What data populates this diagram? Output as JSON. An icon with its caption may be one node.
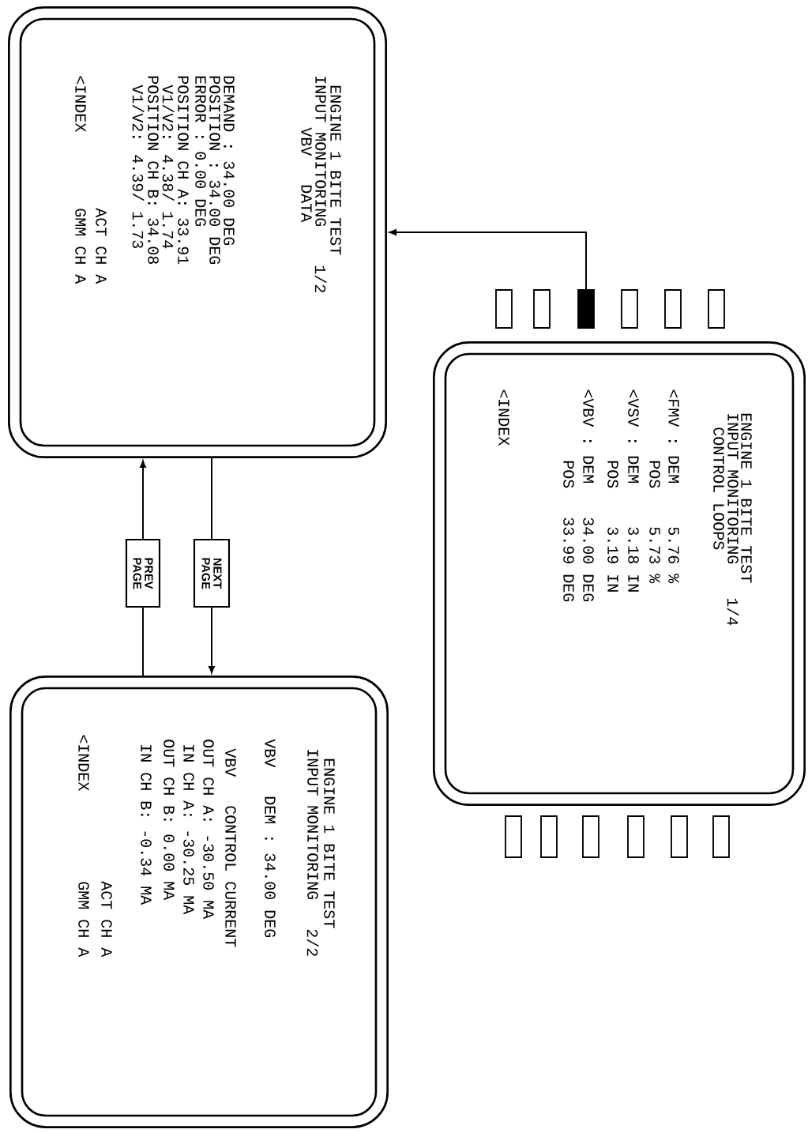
{
  "diagram": {
    "nodes": [
      {
        "text": [
          "ENGINE 1 BITE TEST",
          "INPUT MONITORING",
          "1/2",
          "VBV",
          "DATA",
          "DEMAND : 34.00 DEG",
          "POSITION : 34.00 DEG",
          "ERROR : 0.00 DEG",
          "POSITION CH A: 33.91",
          "V1/V2: 4.38/ 1.74",
          "POSITION CH B: 34.08",
          "V1/V2: 4.39/ 1.73",
          "ACT CH A",
          "<INDEX",
          "GMM CH A"
        ]
      },
      {
        "text": [
          "ENGINE 1 BITE TEST",
          "INPUT MONITORING",
          "2/2",
          "VBV",
          "DEM : 34.00 DEG",
          "VBV",
          "CONTROL CURRENT",
          "OUT CH A: -30.50 MA",
          "IN CH A: -30.25 MA",
          "OUT CH B: 0.00 MA",
          "IN CH B: -0.34 MA",
          "ACT CH A",
          "<INDEX",
          "GMM CH A"
        ]
      },
      {
        "text": [
          "PREV PAGE"
        ]
      },
      {
        "text": [
          "NEXT PAGE"
        ]
      },
      {
        "text": [
          "ENGINE 1 BITE TEST",
          "INPUT MONITORING",
          "1/4",
          "CONTROL LOOPS",
          "<FMV : DEM",
          "5.76 %",
          "POS",
          "5.73 %",
          "<VSV : DEM",
          "3.18 IN",
          "POS",
          "3.19 IN",
          "<VBV : DEM",
          "34.00 DEG",
          "POS",
          "33.99 DEG",
          "<INDEX"
        ]
      },
      {
        "text": [],
        "shape": "box"
      },
      {
        "text": [],
        "shape": "box"
      },
      {
        "text": [],
        "shape": "box"
      },
      {
        "text": [],
        "shape": "box"
      },
      {
        "text": [],
        "shape": "box"
      },
      {
        "text": [],
        "shape": "box"
      },
      {
        "text": [],
        "shape": "box"
      },
      {
        "text": [],
        "shape": "box"
      },
      {
        "text": [],
        "shape": "box"
      },
      {
        "text": [],
        "shape": "box"
      },
      {
        "text": [],
        "shape": "box"
      },
      {
        "text": [],
        "shape": "box"
      }
    ],
    "edges": [
      {
        "from": 7,
        "to": 0,
        "arrow": "to"
      },
      {
        "from": 1,
        "to": 2,
        "arrow": "none"
      },
      {
        "from": 2,
        "to": 0,
        "arrow": "to"
      },
      {
        "from": 0,
        "to": 3,
        "arrow": "none"
      },
      {
        "from": 3,
        "to": 1,
        "arrow": "to"
      }
    ]
  }
}
